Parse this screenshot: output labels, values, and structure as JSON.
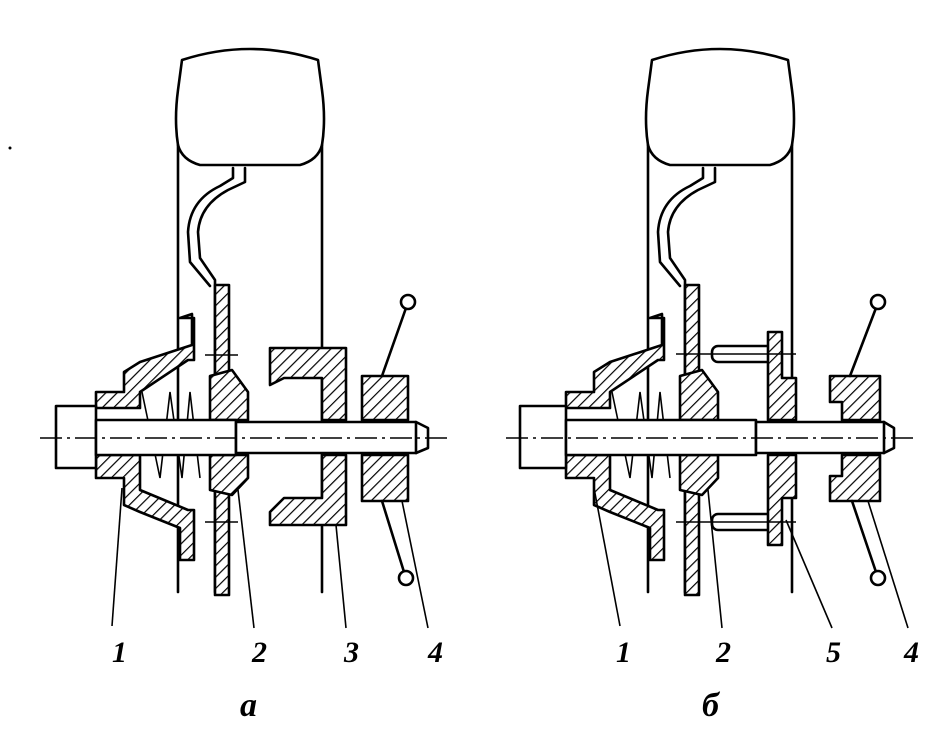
{
  "figure": {
    "panels": [
      {
        "caption": "a",
        "parts": [
          "1",
          "2",
          "3",
          "4"
        ]
      },
      {
        "caption": "б",
        "parts": [
          "1",
          "2",
          "5",
          "4"
        ]
      }
    ]
  }
}
